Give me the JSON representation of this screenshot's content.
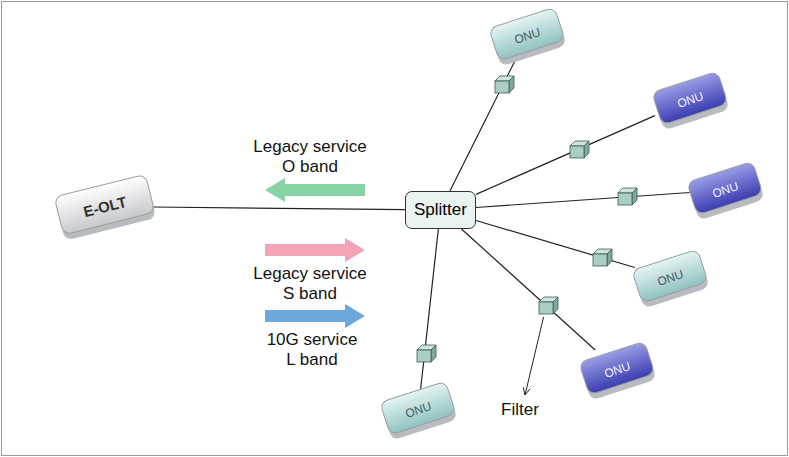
{
  "diagram": {
    "nodes": [
      {
        "text": [
          "E-OLT"
        ]
      },
      {
        "text": [
          "Splitter"
        ]
      },
      {
        "text": [
          "ONU"
        ]
      },
      {
        "text": [
          "ONU"
        ]
      },
      {
        "text": [
          "ONU"
        ]
      },
      {
        "text": [
          "ONU"
        ]
      },
      {
        "text": [
          "ONU"
        ]
      },
      {
        "text": [
          "ONU"
        ]
      }
    ],
    "edges": [
      {
        "from": 0,
        "to": 1,
        "arrow": "none"
      },
      {
        "from": 1,
        "to": 2,
        "arrow": "none"
      },
      {
        "from": 1,
        "to": 3,
        "arrow": "none"
      },
      {
        "from": 1,
        "to": 4,
        "arrow": "none"
      },
      {
        "from": 1,
        "to": 5,
        "arrow": "none"
      },
      {
        "from": 1,
        "to": 6,
        "arrow": "none"
      },
      {
        "from": 1,
        "to": 7,
        "arrow": "none"
      }
    ],
    "labels": [
      "Legacy service O band",
      "Legacy service S band",
      "10G service L band",
      "Filter"
    ]
  }
}
